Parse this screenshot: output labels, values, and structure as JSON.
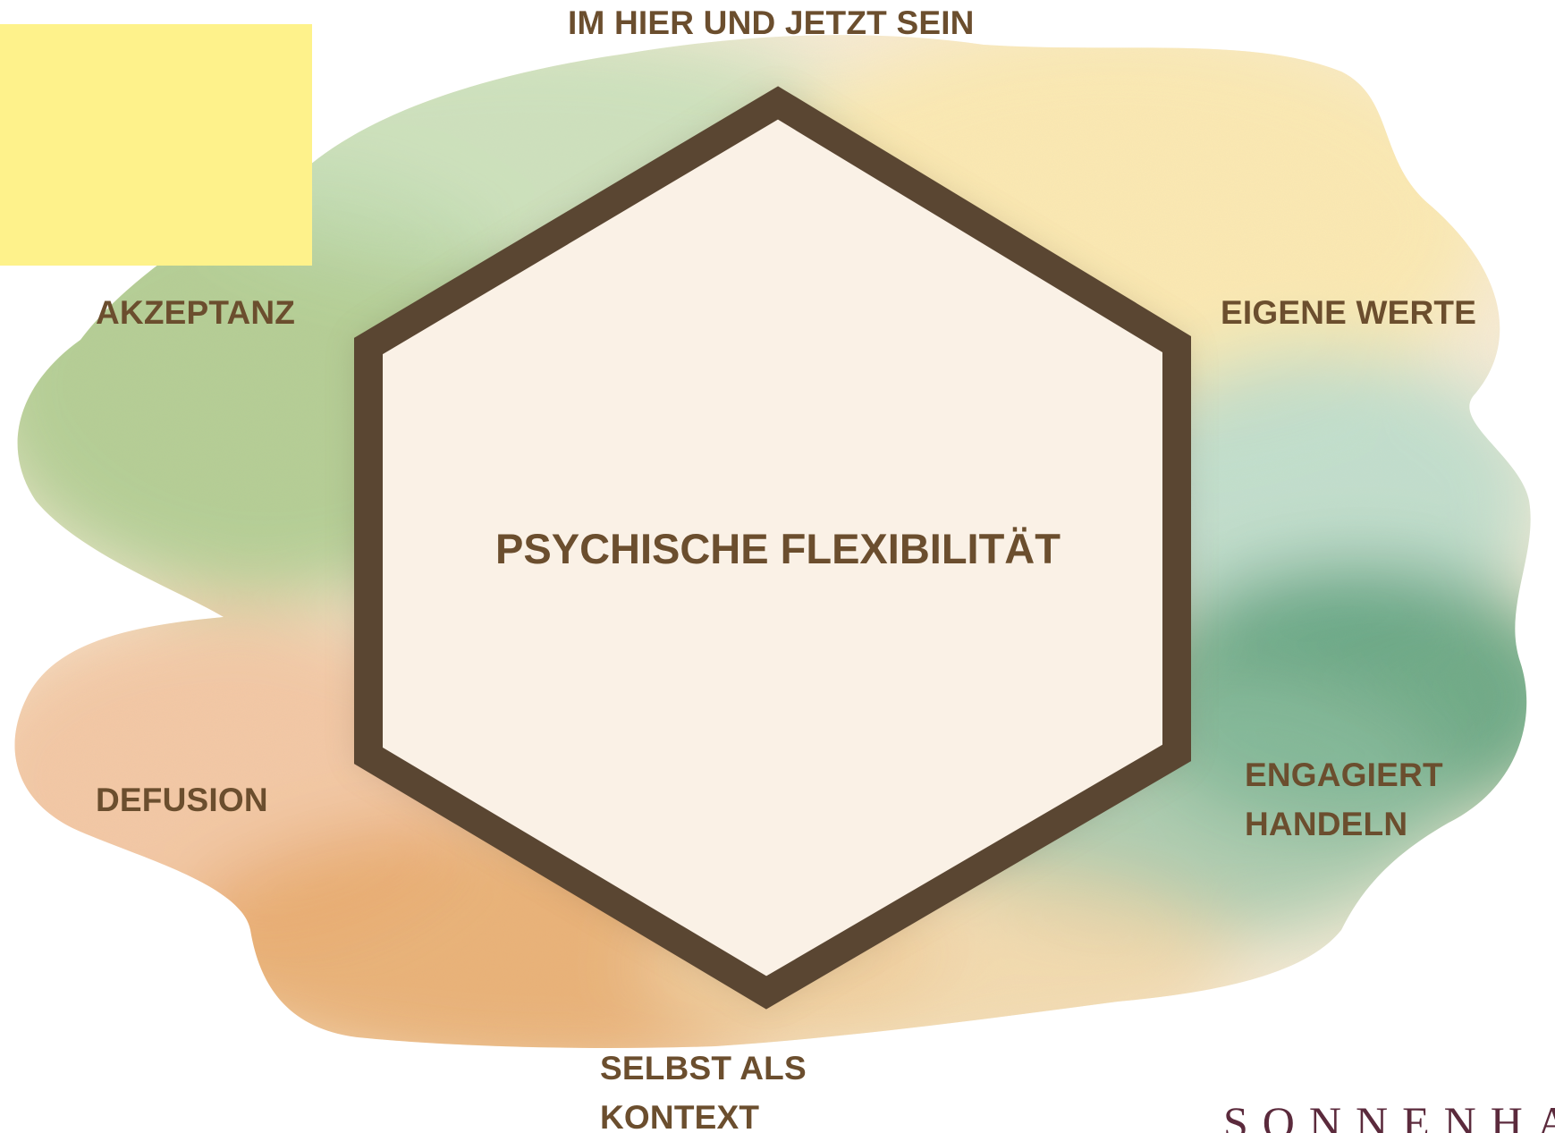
{
  "diagram": {
    "center": "PSYCHISCHE FLEXIBILITÄT",
    "processes": {
      "top": "IM HIER UND JETZT SEIN",
      "upper_left": "AKZEPTANZ",
      "upper_right": "EIGENE WERTE",
      "lower_left": "DEFUSION",
      "lower_right_line1": "ENGAGIERT",
      "lower_right_line2": "HANDELN",
      "bottom_line1": "SELBST ALS",
      "bottom_line2": "KONTEXT"
    }
  },
  "brand": {
    "logo_text": "SONNENHAL"
  },
  "colors": {
    "label_text": "#6b4e2e",
    "hexagon_stroke": "#5a4632",
    "hexagon_fill": "#faf1e6",
    "sticky_note": "#fef28b",
    "wash_green": "#a9c98a",
    "wash_yellow": "#fbe9b0",
    "wash_teal": "#5fa37e",
    "wash_peach": "#f2c4a0",
    "wash_orange": "#e8a868",
    "brand_text": "#5b2a3c"
  }
}
